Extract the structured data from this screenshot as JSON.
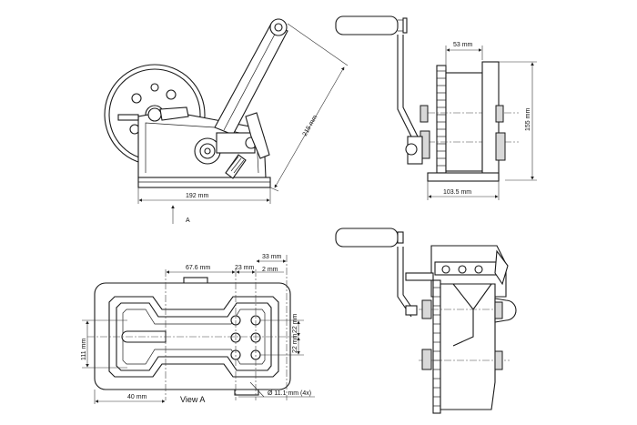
{
  "side_view": {
    "width_label": "192 mm",
    "handle_label": "215 mm",
    "view_arrow_label": "A"
  },
  "front_view": {
    "width_label": "103.5 mm",
    "drum_label": "53 mm",
    "height_label": "155 mm"
  },
  "bottom_view": {
    "dim_67_label": "67.6 mm",
    "dim_23_label": "23 mm",
    "dim_33_label": "33 mm",
    "dim_2_label": "2 mm",
    "dim_22a_label": "22 mm",
    "dim_22b_label": "22 mm",
    "dim_111_label": "111 mm",
    "dim_40_label": "40 mm",
    "caption": "View A",
    "hole_label": "Ø 11.1 mm (4x)"
  }
}
